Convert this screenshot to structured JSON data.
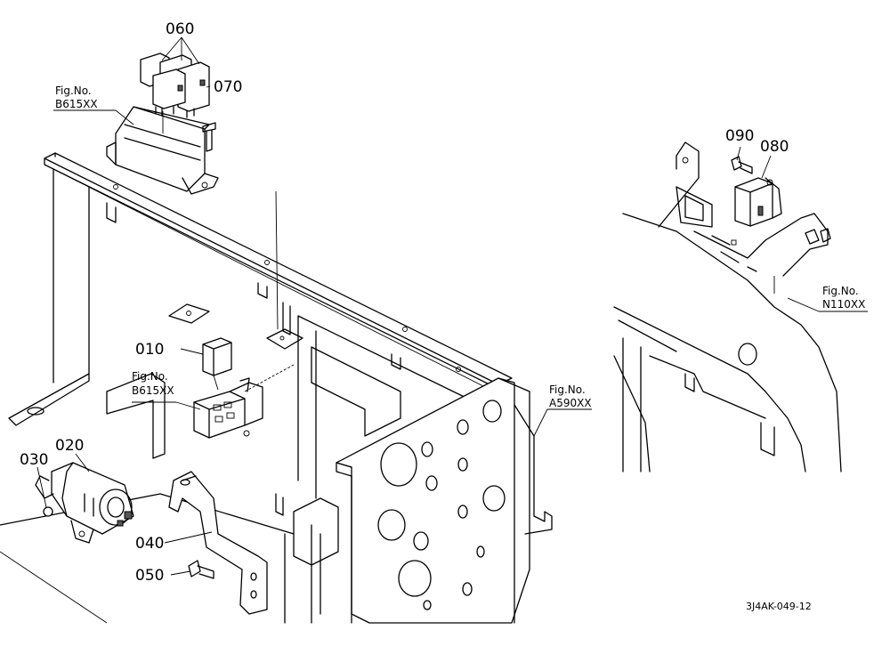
{
  "parts": {
    "p060": "060",
    "p070": "070",
    "p010": "010",
    "p020": "020",
    "p030": "030",
    "p040": "040",
    "p050": "050",
    "p080": "080",
    "p090": "090"
  },
  "fig_refs": {
    "top_left": {
      "label": "Fig.No.",
      "code": "B615XX"
    },
    "mid_left": {
      "label": "Fig.No.",
      "code": "B615XX"
    },
    "mid_right": {
      "label": "Fig.No.",
      "code": "A590XX"
    },
    "inset": {
      "label": "Fig.No.",
      "code": "N110XX"
    }
  },
  "drawing_code": "3J4AK-049-12"
}
